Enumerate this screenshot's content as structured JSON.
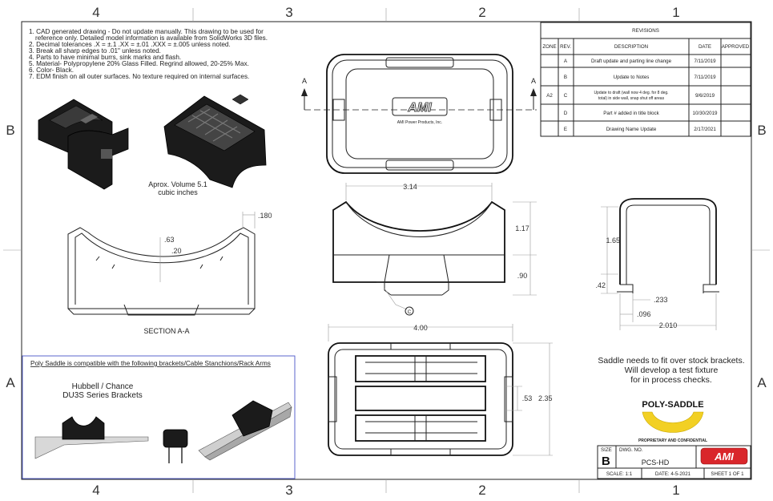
{
  "zones": {
    "top": [
      "4",
      "3",
      "2",
      "1"
    ],
    "bottom": [
      "4",
      "3",
      "2",
      "1"
    ],
    "left": [
      "B",
      "A"
    ],
    "right": [
      "B",
      "A"
    ]
  },
  "notes": [
    "1. CAD generated drawing - Do not update manually.  This drawing to be used for",
    "reference only.  Detailed model information is available from SolidWorks 3D files.",
    "2. Decimal tolerances   .X = ±.1     .XX = ±.01     .XXX = ±.005     unless noted.",
    "3. Break all sharp edges to .01\" unless noted.",
    "4. Parts to have minimal burrs, sink marks and flash.",
    "5. Material- Polypropylene 20% Glass Filled. Regrind allowed, 20-25% Max.",
    "6. Color- Black.",
    "7. EDM finish on all outer surfaces.  No texture required on internal surfaces."
  ],
  "volume": [
    "Aprox. Volume 5.1",
    "cubic inches"
  ],
  "section": {
    "title": "SECTION A-A",
    "dims": [
      ".180",
      ".63",
      ".20"
    ],
    "arrow_label": "A"
  },
  "top_view": {
    "logo": "AMI",
    "company": "AMI Power Products, Inc."
  },
  "front_view": {
    "dims": [
      "3.14",
      "1.17",
      ".90"
    ],
    "callout": "C"
  },
  "side_view": {
    "dims": [
      "1.65",
      ".42",
      ".233",
      ".096",
      "2.010"
    ]
  },
  "bottom_view": {
    "dims": [
      "4.00",
      ".53",
      "2.35"
    ]
  },
  "revisions": {
    "title": "REVISIONS",
    "headers": [
      "ZONE",
      "REV.",
      "DESCRIPTION",
      "DATE",
      "APPROVED"
    ],
    "rows": [
      {
        "zone": "",
        "rev": "A",
        "desc": [
          "Draft update and parting line change"
        ],
        "date": "7/11/2019",
        "approved": ""
      },
      {
        "zone": "",
        "rev": "B",
        "desc": [
          "Update to Notes"
        ],
        "date": "7/11/2019",
        "approved": ""
      },
      {
        "zone": "A2",
        "rev": "C",
        "desc": [
          "Update to draft (wall now 4 deg. for 8 deg.",
          "total) in side wall, snap shut off areas"
        ],
        "date": "9/6/2019",
        "approved": ""
      },
      {
        "zone": "",
        "rev": "D",
        "desc": [
          "Part # added in title block"
        ],
        "date": "10/30/2019",
        "approved": ""
      },
      {
        "zone": "",
        "rev": "E",
        "desc": [
          "Drawing Name Update"
        ],
        "date": "2/17/2021",
        "approved": ""
      }
    ]
  },
  "compat": {
    "title": "Poly Saddle is compatible with the following brackets/Cable Stanchions/Rack Arms",
    "bracket": [
      "Hubbell / Chance",
      "DU3S Series Brackets"
    ]
  },
  "fit_note": [
    "Saddle needs to fit over stock brackets.",
    "Will develop a test fixture",
    "for in process checks."
  ],
  "product": {
    "name": "POLY-SADDLE",
    "proprietary": "PROPRIETARY AND CONFIDENTIAL"
  },
  "title_block": {
    "size_label": "SIZE",
    "size": "B",
    "dwg_label": "DWG.  NO.",
    "dwg_no": "PCS-HD",
    "scale": "SCALE: 1:1",
    "date": "DATE: 4-5-2021",
    "sheet": "SHEET 1 OF 1",
    "logo": "AMI"
  },
  "colors": {
    "accent_yellow": "#f2d024",
    "logo_red": "#d9262b",
    "compat_border": "#4a55c8"
  }
}
